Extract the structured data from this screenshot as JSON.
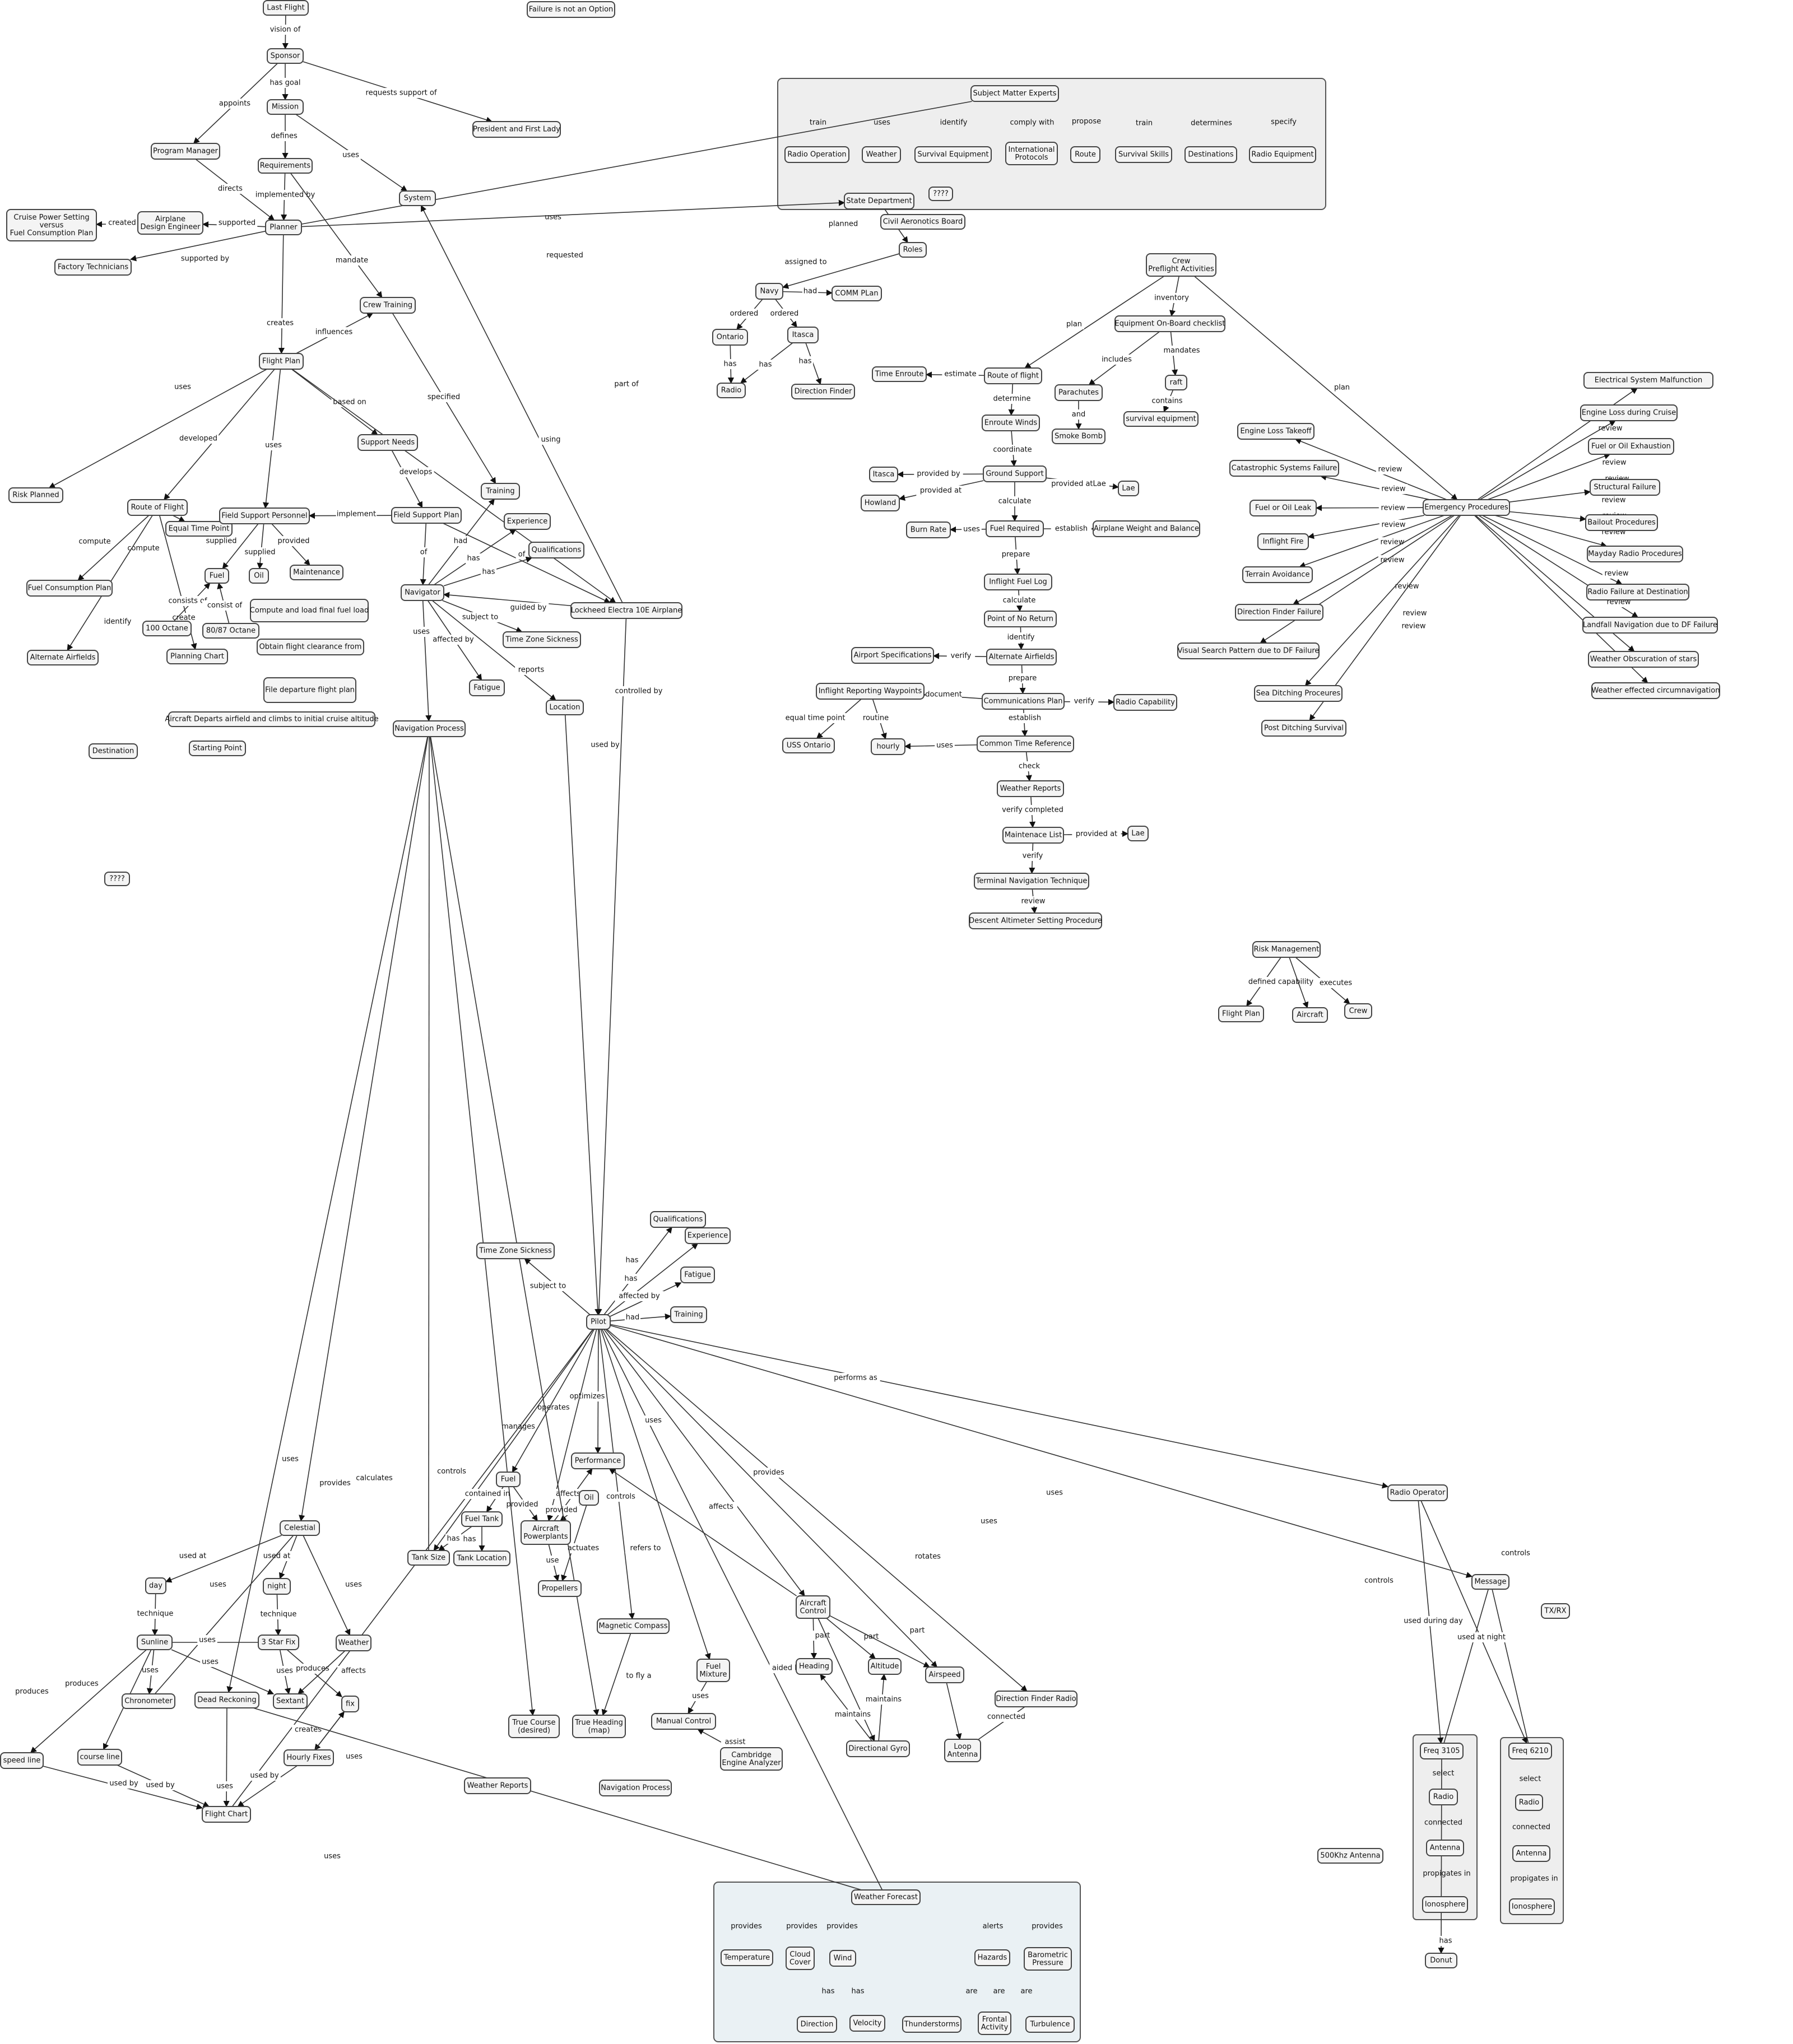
{
  "nodes": {
    "last_flight": "Last Flight",
    "failure": "Failure is not an Option",
    "sponsor": "Sponsor",
    "mission": "Mission",
    "president": "President and First Lady",
    "program_manager": "Program Manager",
    "requirements": "Requirements",
    "system": "System",
    "cruise_power": "Cruise Power Setting\nversus\nFuel Consumption Plan",
    "airplane_designer": "Airplane\nDesign Engineer",
    "planner": "Planner",
    "factory_tech": "Factory Technicians",
    "crew_training": "Crew Training",
    "flight_plan": "Flight Plan",
    "risk_planned": "Risk Planned",
    "route_of_flight": "Route of Flight",
    "equal_time_point": "Equal Time Point",
    "fuel_consumption_plan": "Fuel Consumption Plan",
    "alternate_airfields_l": "Alternate Airfields",
    "planning_chart": "Planning Chart",
    "octane100": "100 Octane",
    "octane80": "80/87 Octane",
    "fuel_l": "Fuel",
    "oil_l": "Oil",
    "field_support_personnel": "Field Support Personnel",
    "maintenance": "Maintenance",
    "compute_load": "Compute and load final fuel load",
    "obtain_clearance": "Obtain flight clearance from",
    "file_departure": "File departure flight plan",
    "aircraft_departs": "Aircraft Departs airfield and climbs to initial cruise altitude",
    "destination": "Destination",
    "starting_point": "Starting Point",
    "qqqq_left": "????",
    "support_needs": "Support Needs",
    "field_support_plan": "Field Support Plan",
    "training_n": "Training",
    "experience_n": "Experience",
    "qualifications_n": "Qualifications",
    "navigator": "Navigator",
    "time_zone_n": "Time Zone Sickness",
    "fatigue_n": "Fatigue",
    "location": "Location",
    "lockheed": "Lockheed Electra 10E Airplane",
    "navigation_process": "Navigation Process",
    "state_dept": "State Department",
    "qqqq_top": "????",
    "civil_aero": "Civil Aeronotics Board",
    "roles": "Roles",
    "navy": "Navy",
    "comm_plan": "COMM PLan",
    "ontario": "Ontario",
    "itasca_top": "Itasca",
    "radio_top": "Radio",
    "direction_finder_top": "Direction Finder",
    "sme": "Subject Matter Experts",
    "radio_operation": "Radio Operation",
    "weather_g": "Weather",
    "survival_equipment": "Survival Equipment",
    "intl_protocols": "International\nProtocols",
    "route_g": "Route",
    "survival_skills": "Survival Skills",
    "destinations_g": "Destinations",
    "radio_equipment": "Radio Equipment",
    "crew_preflight": "Crew\nPreflight Activities",
    "equipment_checklist": "Equipment On-Board checklist",
    "route_of_flight_c": "Route of flight",
    "time_enroute": "Time Enroute",
    "parachutes": "Parachutes",
    "raft": "raft",
    "smoke_bomb": "Smoke Bomb",
    "survival_equipment_c": "survival equipment",
    "enroute_winds": "Enroute Winds",
    "ground_support": "Ground Support",
    "itasca_c": "Itasca",
    "howland": "Howland",
    "lae_c": "Lae",
    "fuel_required": "Fuel Required",
    "burn_rate": "Burn Rate",
    "weight_balance": "Airplane Weight and Balance",
    "inflight_fuel_log": "Inflight Fuel Log",
    "point_no_return": "Point of No Return",
    "alternate_airfields_c": "Alternate Airfields",
    "airport_specs": "Airport Specifications",
    "comm_plan_c": "Communications Plan",
    "inflight_waypoints": "Inflight Reporting Waypoints",
    "radio_capability": "Radio Capability",
    "uss_ontario": "USS Ontario",
    "hourly": "hourly",
    "common_time": "Common Time Reference",
    "weather_reports_c": "Weather Reports",
    "maintenace_list": "Maintenace List",
    "lae_c2": "Lae",
    "terminal_nav": "Terminal Navigation Technique",
    "descent_alt": "Descent Altimeter Setting Procedure",
    "risk_mgmt": "Risk Management",
    "flight_plan_r": "Flight Plan",
    "aircraft_r": "Aircraft",
    "crew_r": "Crew",
    "emergency": "Emergency Procedures",
    "e_electrical": "Electrical System Malfunction",
    "e_engine_cruise": "Engine Loss during Cruise",
    "e_fuel_oil_exh": "Fuel or Oil Exhaustion",
    "e_structural": "Structural Failure",
    "e_bailout": "Bailout Procedures",
    "e_mayday": "Mayday Radio Procedures",
    "e_radio_failure": "Radio Failure at Destination",
    "e_landfall": "Landfall Navigation due to DF Failure",
    "e_weather_stars": "Weather Obscuration of stars",
    "e_weather_circ": "Weather effected circumnavigation",
    "e_engine_takeoff": "Engine Loss Takeoff",
    "e_catastrophic": "Catastrophic Systems Failure",
    "e_fuel_oil_leak": "Fuel or Oil Leak",
    "e_inflight_fire": "Inflight Fire",
    "e_terrain": "Terrain Avoidance",
    "e_df_failure": "Direction Finder Failure",
    "e_visual_search": "Visual Search Pattern due to DF Failure",
    "e_sea_ditching": "Sea Ditching Proceures",
    "e_post_ditching": "Post Ditching Survival",
    "qualifications_p": "Qualifications",
    "experience_p": "Experience",
    "time_zone_p": "Time Zone Sickness",
    "fatigue_p": "Fatigue",
    "training_p": "Training",
    "pilot": "Pilot",
    "radio_operator": "Radio Operator",
    "performance": "Performance",
    "fuel_p": "Fuel",
    "oil_p": "Oil",
    "fuel_tank": "Fuel Tank",
    "tank_size": "Tank Size",
    "tank_location": "Tank Location",
    "aircraft_powerplants": "Aircraft\nPowerplants",
    "propellers": "Propellers",
    "magnetic_compass": "Magnetic Compass",
    "fuel_mixture": "Fuel\nMixture",
    "manual_control": "Manual  Control",
    "cambridge": "Cambridge\nEngine Analyzer",
    "true_course": "True Course\n(desired)",
    "true_heading": "True Heading\n(map)",
    "aircraft_control": "Aircraft\nControl",
    "heading": "Heading",
    "altitude": "Altitude",
    "airspeed": "Airspeed",
    "directional_gyro": "Directional Gyro",
    "df_radio": "Direction Finder Radio",
    "loop_antenna": "Loop\nAntenna",
    "message": "Message",
    "txrx": "TX/RX",
    "antenna500": "500Khz Antenna",
    "donut": "Donut",
    "celestial": "Celestial",
    "day": "day",
    "night": "night",
    "sunline": "Sunline",
    "star_fix": "3 Star Fix",
    "weather_cel": "Weather",
    "chronometer": "Chronometer",
    "dead_reckoning": "Dead Reckoning",
    "sextant": "Sextant",
    "fix": "fix",
    "speed_line": "speed line",
    "course_line": "course line",
    "hourly_fixes": "Hourly Fixes",
    "flight_chart": "Flight Chart",
    "weather_reports_b": "Weather Reports",
    "navigation_process_b": "Navigation Process",
    "weather_forecast": "Weather Forecast",
    "temperature": "Temperature",
    "cloud_cover": "Cloud\nCover",
    "wind": "Wind",
    "hazards": "Hazards",
    "barometric": "Barometric\nPressure",
    "direction_w": "Direction",
    "velocity": "Velocity",
    "thunderstorms": "Thunderstorms",
    "frontal": "Frontal\nActivity",
    "turbulence": "Turbulence",
    "freq3105": "Freq 3105",
    "radio_f1": "Radio",
    "antenna_f1": "Antenna",
    "ionosphere_f1": "Ionosphere",
    "freq6210": "Freq 6210",
    "radio_f2": "Radio",
    "antenna_f2": "Antenna",
    "ionosphere_f2": "Ionosphere"
  },
  "labels": {
    "vision_of": "vision of",
    "has_goal": "has goal",
    "appoints": "appoints",
    "requests_support_of": "requests support of",
    "defines": "defines",
    "uses_system": "uses",
    "directs": "directs",
    "implemented_by": "implemented by",
    "supported": "supported",
    "created": "created",
    "supported_by": "supported by",
    "mandate": "mandate",
    "uses_group": "uses",
    "requested": "requested",
    "creates": "creates",
    "influences": "influences",
    "specified": "specified",
    "part_of": "part of",
    "fp_uses": "uses",
    "developed": "developed",
    "fp_uses2": "uses",
    "based_on": "based on",
    "using": "using",
    "develops": "develops",
    "implement": "implement",
    "of": "of",
    "of2": "of",
    "supplied": "supplied",
    "supplied2": "supplied",
    "provided": "provided",
    "compute": "compute",
    "compute2": "compute",
    "create": "create",
    "identify": "identify",
    "consists_of": "consists of",
    "consist_of": "consist of",
    "had": "had",
    "has": "has",
    "has2": "has",
    "guided_by": "guided by",
    "subject_to": "subject to",
    "affected_by": "affected  by",
    "reports": "reports",
    "used_by": "used by",
    "controlled_by": "controlled by",
    "nav_uses": "uses",
    "planned": "planned",
    "assigned_to": "assigned to",
    "had_comm": "had",
    "ordered": "ordered",
    "ordered2": "ordered",
    "has_o": "has",
    "has_i": "has",
    "has_i2": "has",
    "g_train": "train",
    "g_uses": "uses",
    "g_identify": "identify",
    "g_comply": "comply with",
    "g_propose": "propose",
    "g_train2": "train",
    "g_determines": "determines",
    "g_specify": "specify",
    "plan": "plan",
    "plan2": "plan",
    "inventory": "inventory",
    "includes": "includes",
    "mandates": "mandates",
    "and": "and",
    "contains": "contains",
    "estimate": "estimate",
    "determine": "determine",
    "coordinate": "coordinate",
    "provided_by": "provided by",
    "provided_at": "provided at",
    "provided_at_lae": "provided atLae",
    "calculate": "calculate",
    "uses_burn": "uses",
    "establish": "establish",
    "prepare": "prepare",
    "calculate2": "calculate",
    "identify2": "identify",
    "verify": "verify",
    "prepare2": "prepare",
    "document": "document",
    "verify2": "verify",
    "equal_time_point_l": "equal time point",
    "routine": "routine",
    "establish2": "establish",
    "uses_hourly": "uses",
    "check": "check",
    "verify_completed": "verify completed",
    "provided_at2": "provided at",
    "verify3": "verify",
    "review": "review",
    "defined_capability": "defined capability",
    "executes": "executes",
    "p_has": "has",
    "p_has2": "has",
    "p_affected_by": "affected by",
    "p_had": "had",
    "p_subject_to": "subject to",
    "performs_as": "performs as",
    "optimizes": "optimizes",
    "operates": "operates",
    "manages": "manages",
    "controls": "controls",
    "p_uses": "uses",
    "p_uses_orange": "uses",
    "controls2": "controls",
    "refers_to": "refers to",
    "provides": "provides",
    "affects": "affects",
    "rotates": "rotates",
    "contained_in": "contained in",
    "provided2": "provided",
    "affects2": "affects",
    "provided3": "provided",
    "actuates": "actuates",
    "has_tank": "has",
    "has_tank2": "has",
    "use": "use",
    "to_fly_a": "to fly a",
    "uses_mix": "uses",
    "assist": "assist",
    "part": "part",
    "part2": "part",
    "part3": "part",
    "aided_by": "aided by",
    "maintains": "maintains",
    "maintains2": "maintains",
    "connected": "connected",
    "ro_controls": "controls",
    "ro_controls2": "controls",
    "used_during_day": "used during day",
    "used_at_night": "used at night",
    "select": "select",
    "connected_f": "connected",
    "propigates_in": "propigates in",
    "has_donut": "has",
    "uses_cel": "uses",
    "provides_nav": "provides",
    "calculates": "calculates",
    "used_at": "used at",
    "used_at2": "used at",
    "technique": "technique",
    "technique2": "technique",
    "uses_w": "uses",
    "uses_c": "uses",
    "uses_s": "uses",
    "uses_s2": "uses",
    "uses_s3": "uses",
    "produces": "produces",
    "produces2": "produces",
    "produces3": "produces",
    "affects_w": "affects",
    "creates_h": "creates",
    "uses_f": "uses",
    "used_by_c": "used by",
    "used_by_c2": "used by",
    "used_by_c3": "used by",
    "uses_dr": "uses",
    "uses_wx": "uses",
    "wx_provides": "provides",
    "wx_alerts": "alerts",
    "wx_has": "has",
    "wx_are": "are"
  }
}
